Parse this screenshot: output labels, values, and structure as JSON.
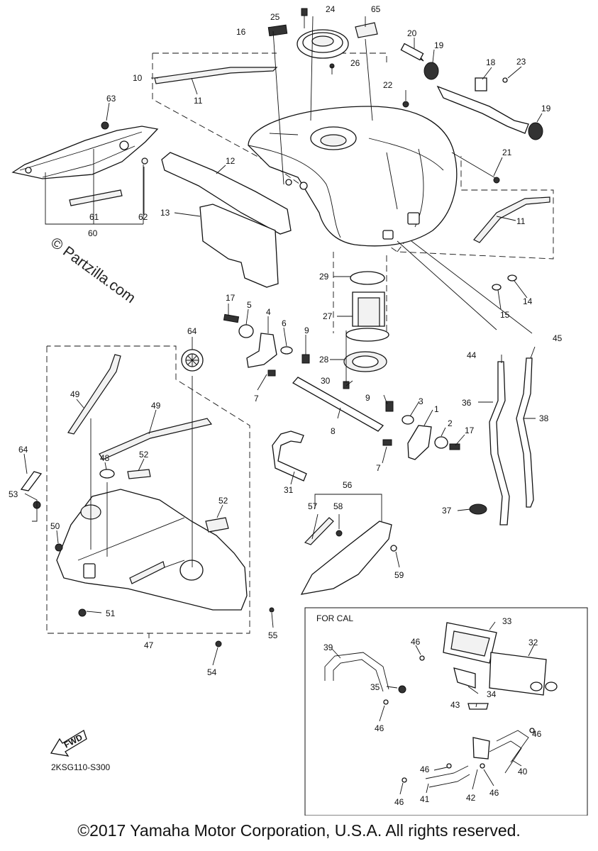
{
  "diagram": {
    "section_code": "2KSG110-S300",
    "for_cal_label": "FOR CAL",
    "watermark": "© Partzilla.com",
    "fwd_label": "FWD",
    "copyright": "©2017 Yamaha Motor Corporation, U.S.A. All rights reserved.",
    "callouts": {
      "p1": "1",
      "p2": "2",
      "p3": "3",
      "p4": "4",
      "p5": "5",
      "p6": "6",
      "p7a": "7",
      "p7b": "7",
      "p8": "8",
      "p9a": "9",
      "p9b": "9",
      "p10": "10",
      "p11a": "11",
      "p11b": "11",
      "p12": "12",
      "p13": "13",
      "p14": "14",
      "p15": "15",
      "p16": "16",
      "p17a": "17",
      "p17b": "17",
      "p18": "18",
      "p19a": "19",
      "p19b": "19",
      "p20": "20",
      "p21": "21",
      "p22": "22",
      "p23": "23",
      "p24": "24",
      "p25": "25",
      "p26": "26",
      "p27": "27",
      "p28": "28",
      "p29": "29",
      "p30": "30",
      "p31": "31",
      "p32": "32",
      "p33": "33",
      "p34": "34",
      "p35": "35",
      "p36": "36",
      "p37": "37",
      "p38": "38",
      "p39": "39",
      "p40": "40",
      "p41": "41",
      "p42": "42",
      "p43": "43",
      "p44": "44",
      "p45": "45",
      "p46a": "46",
      "p46b": "46",
      "p46c": "46",
      "p46d": "46",
      "p46e": "46",
      "p46f": "46",
      "p47": "47",
      "p48": "48",
      "p49a": "49",
      "p49b": "49",
      "p50": "50",
      "p51": "51",
      "p52a": "52",
      "p52b": "52",
      "p53": "53",
      "p54": "54",
      "p55": "55",
      "p56": "56",
      "p57": "57",
      "p58": "58",
      "p59": "59",
      "p60": "60",
      "p61": "61",
      "p62": "62",
      "p63": "63",
      "p64a": "64",
      "p64b": "64",
      "p65": "65"
    }
  }
}
